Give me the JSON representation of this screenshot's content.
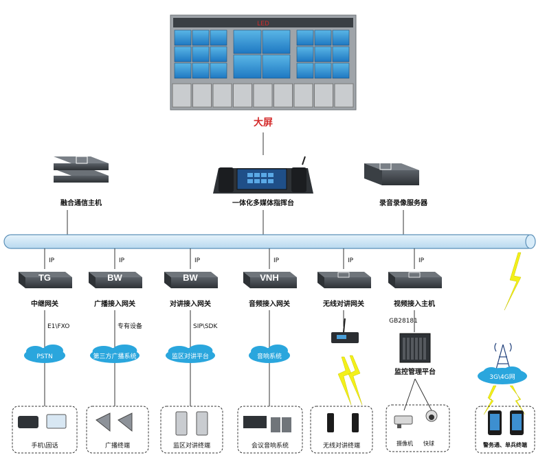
{
  "screen": {
    "led_text": "LED",
    "title": "大屏"
  },
  "top_devices": [
    {
      "label": "融合通信主机"
    },
    {
      "label": "一体化多媒体指挥台"
    },
    {
      "label": "录音录像服务器"
    }
  ],
  "ip_label": "IP",
  "gateways": [
    {
      "badge": "TG",
      "label": "中继网关",
      "protocol": "E1\\FXO",
      "cloud": "PSTN",
      "terminal": "手机\\固话"
    },
    {
      "badge": "BW",
      "label": "广播接入网关",
      "protocol": "专有设备",
      "cloud": "第三方广播系统",
      "terminal": "广播终端"
    },
    {
      "badge": "BW",
      "label": "对讲接入网关",
      "protocol": "SIP\\SDK",
      "cloud": "监区对讲平台",
      "terminal": "监区对讲终端"
    },
    {
      "badge": "VNH",
      "label": "音频接入网关",
      "protocol": "",
      "cloud": "音响系统",
      "terminal": "会议音响系统"
    },
    {
      "badge": "",
      "label": "无线对讲网关",
      "protocol": "",
      "cloud": "",
      "terminal": "无线对讲终端"
    },
    {
      "badge": "",
      "label": "视频接入主机",
      "protocol": "GB28181",
      "cloud": "",
      "terminal": ""
    }
  ],
  "video": {
    "platform": "监控管理平台",
    "camera": "摄像机",
    "dome": "快球"
  },
  "mobile": {
    "cloud": "3G\\4G网",
    "terminal": "警务通、单兵终端"
  },
  "colors": {
    "bus": "#cfe6f7",
    "cloud": "#2aa6dd",
    "screen_red": "#d42b2b",
    "lightning": "#f3f01a",
    "device": "#3a3f45"
  }
}
